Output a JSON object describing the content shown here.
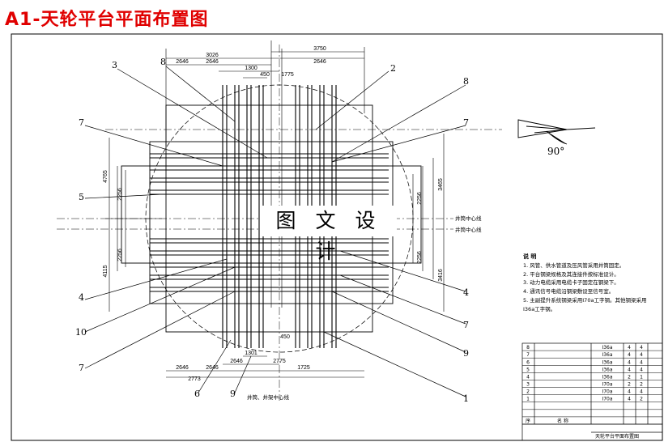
{
  "title": "A1-天轮平台平面布置图",
  "watermark": "图 文 设 计",
  "labels": {
    "shaft_center_1": "井筒中心线",
    "shaft_center_2": "井筒中心线",
    "bottom_center": "井筒、井架中心线",
    "angle": "90°"
  },
  "dims_top": [
    "3026",
    "3750",
    "2646",
    "2646",
    "2646",
    "1300",
    "450",
    "1775"
  ],
  "dims_bottom": [
    "2646",
    "2646",
    "2646",
    "2773",
    "1301",
    "450",
    "2775",
    "1725"
  ],
  "dims_left": [
    "4765",
    "4115",
    "2256",
    "2256"
  ],
  "dims_right": [
    "3465",
    "3416",
    "2256",
    "2256"
  ],
  "callouts": [
    "3",
    "8",
    "2",
    "8",
    "7",
    "7",
    "5",
    "4",
    "10",
    "7",
    "6",
    "9",
    "1",
    "9",
    "7",
    "4"
  ],
  "notes": {
    "heading": "说 明",
    "lines": [
      "1. 风管、供水管道及压风管采用井筒固定。",
      "2. 平台钢梁规格及其连接件按标准设计。",
      "3. 动力电缆采用电缆卡子固定在钢梁下。",
      "4. 通讯信号电缆沿钢梁敷设至信号室。",
      "5. 主副提升系统钢梁采用I70a工字钢。其他钢梁采用",
      "   I36a工字钢。"
    ]
  },
  "title_block": {
    "rows": [
      [
        "8",
        "",
        "I36a",
        "4",
        "4",
        ""
      ],
      [
        "7",
        "",
        "I36a",
        "4",
        "4",
        ""
      ],
      [
        "6",
        "",
        "I36a",
        "4",
        "4",
        ""
      ],
      [
        "5",
        "",
        "I36a",
        "4",
        "4",
        ""
      ],
      [
        "4",
        "",
        "I36a",
        "2",
        "1",
        ""
      ],
      [
        "3",
        "",
        "I70a",
        "2",
        "2",
        ""
      ],
      [
        "2",
        "",
        "I70a",
        "4",
        "4",
        ""
      ],
      [
        "1",
        "",
        "I70a",
        "4",
        "2",
        ""
      ],
      [
        "",
        "",
        "",
        "",
        "",
        ""
      ],
      [
        "",
        "",
        "",
        "",
        "",
        ""
      ],
      [
        "序",
        "名 称",
        "",
        "",
        "",
        ""
      ]
    ],
    "drawing_name": "天轮平台平面布置图"
  }
}
